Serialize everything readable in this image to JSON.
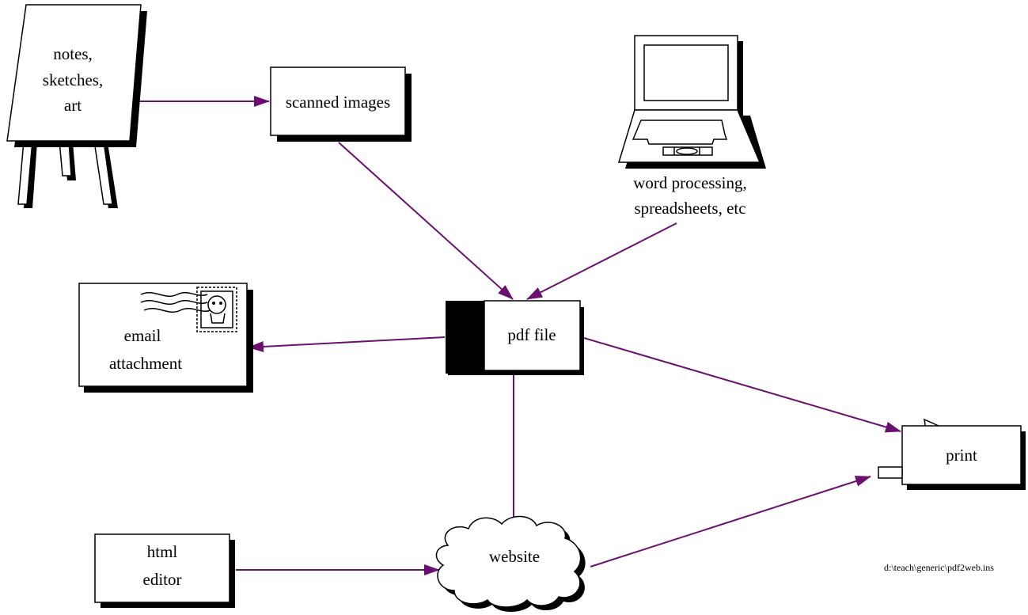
{
  "nodes": {
    "easel": [
      "notes,",
      "sketches,",
      "art"
    ],
    "scanned": "scanned images",
    "laptop": [
      "word processing,",
      "spreadsheets, etc"
    ],
    "pdf": "pdf file",
    "email": [
      "email",
      "attachment"
    ],
    "print": "print",
    "html_editor": [
      "html",
      "editor"
    ],
    "website": "website"
  },
  "footer_path": "d:\\teach\\generic\\pdf2web.ins",
  "colors": {
    "edge": "#6b0f70"
  }
}
